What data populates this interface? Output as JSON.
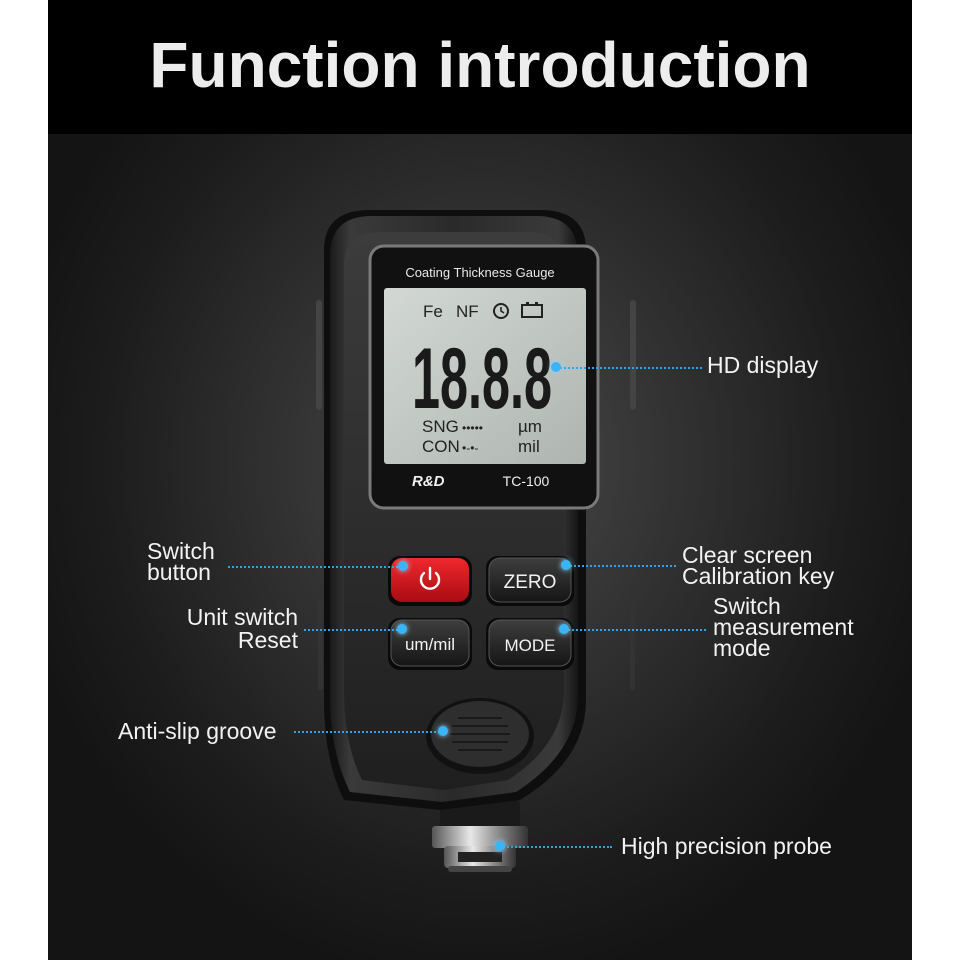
{
  "title": "Function introduction",
  "device": {
    "screen_header": "Coating Thickness Gauge",
    "lcd": {
      "fe": "Fe",
      "nf": "NF",
      "reading": "18.8.8",
      "sng": "SNG",
      "sng_marks": "•••••",
      "con": "CON",
      "con_marks": "•-•-",
      "unit_um": "µm",
      "unit_mil": "mil",
      "icons": [
        "clock-icon",
        "battery-icon"
      ]
    },
    "brand": "R&D",
    "model": "TC-100",
    "buttons": {
      "power": "power-icon",
      "zero": "ZERO",
      "unit": "um/mil",
      "mode": "MODE"
    }
  },
  "callouts": {
    "hd_display": "HD display",
    "switch_button": [
      "Switch",
      "button"
    ],
    "clear_screen": [
      "Clear screen",
      "Calibration key"
    ],
    "unit_switch": [
      "Unit switch",
      "Reset"
    ],
    "switch_mode": [
      "Switch",
      "measurement",
      "mode"
    ],
    "anti_slip": "Anti-slip groove",
    "probe": "High precision probe"
  },
  "colors": {
    "accent": "#2fa3e6",
    "power_button": "#d8141b",
    "lcd_bg": "#bfc6c1"
  }
}
